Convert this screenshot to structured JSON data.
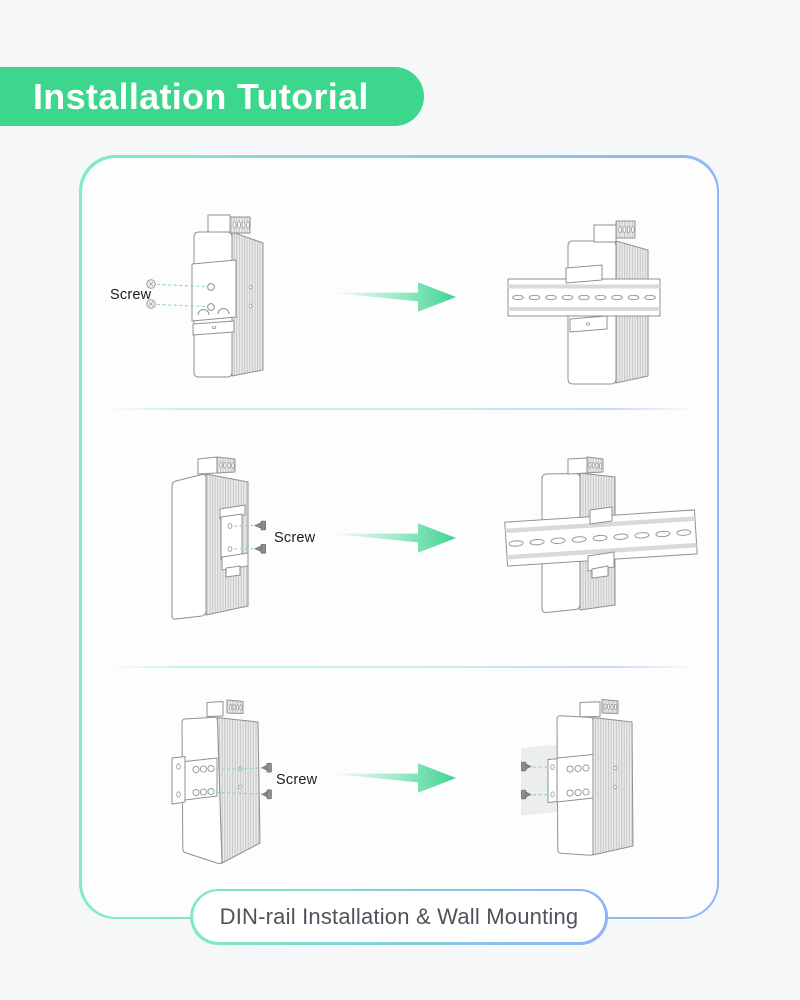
{
  "header": {
    "title": "Installation Tutorial"
  },
  "rows": [
    {
      "name": "din-rail-installation-front-clip",
      "screw_label": "Screw"
    },
    {
      "name": "din-rail-installation-rear-clip",
      "screw_label": "Screw"
    },
    {
      "name": "wall-mounting",
      "screw_label": "Screw"
    }
  ],
  "footer": {
    "label": "DIN-rail Installation & Wall Mounting"
  },
  "colors": {
    "header_bg": "#3cd68c",
    "arrow_green": "#3fd390",
    "panel_border_start": "#82ecc2",
    "panel_border_end": "#92b5f7",
    "leader_line_green": "#8cd8ac",
    "background": "#f6f7f8",
    "footer_text": "#4e535a"
  },
  "icons": [
    "arrow-right-icon",
    "screw-head-icon",
    "screw-side-icon"
  ]
}
